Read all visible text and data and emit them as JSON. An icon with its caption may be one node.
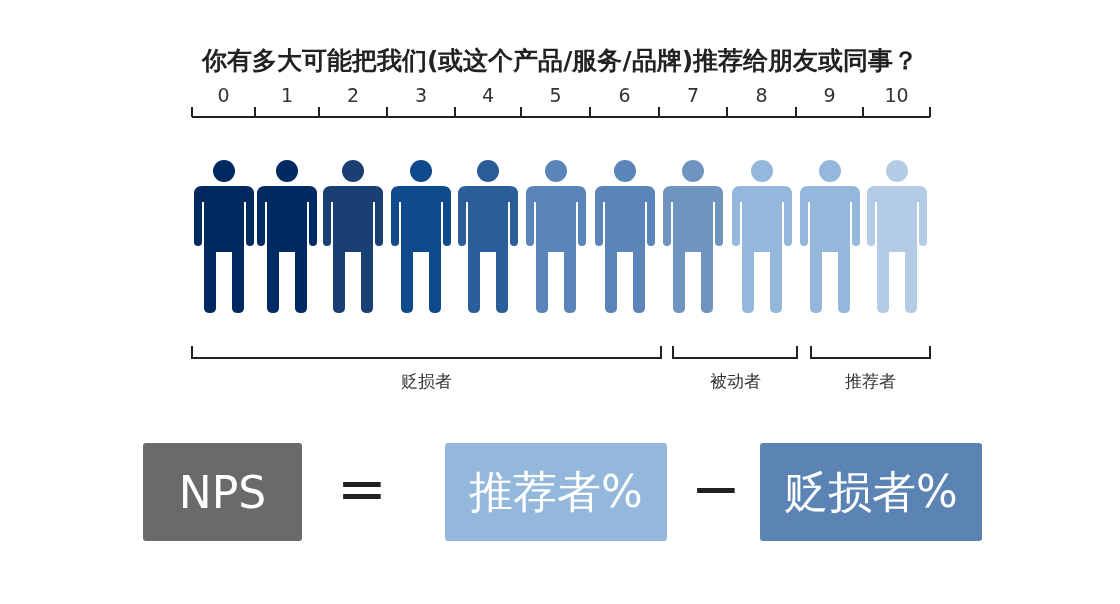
{
  "diagram": {
    "title": "你有多大可能把我们(或这个产品/服务/品牌)推荐给朋友或同事？",
    "nodes": [
      {
        "text": [
          "NPS"
        ]
      },
      {
        "text": [
          "推荐者%"
        ]
      },
      {
        "text": [
          "贬损者%"
        ]
      }
    ],
    "labels": [
      "0",
      "1",
      "2",
      "3",
      "4",
      "5",
      "6",
      "7",
      "8",
      "9",
      "10",
      "贬损者",
      "被动者",
      "推荐者",
      "=",
      "−"
    ]
  }
}
